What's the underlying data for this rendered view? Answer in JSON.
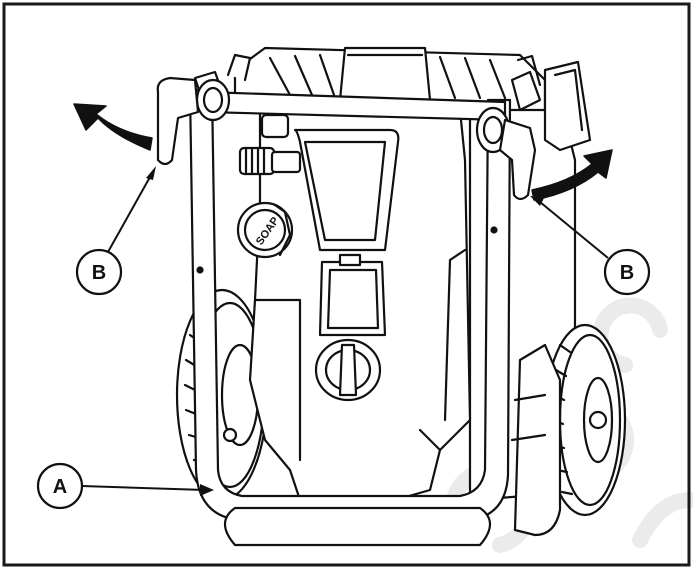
{
  "callouts": {
    "a": {
      "label": "A"
    },
    "b_left": {
      "label": "B"
    },
    "b_right": {
      "label": "B"
    }
  },
  "machine": {
    "soap_knob_label": "SOAP"
  },
  "colors": {
    "line": "#111111",
    "paper": "#ffffff",
    "frame_border": "#1a1a1a",
    "watermark": "#e9e9e9"
  }
}
